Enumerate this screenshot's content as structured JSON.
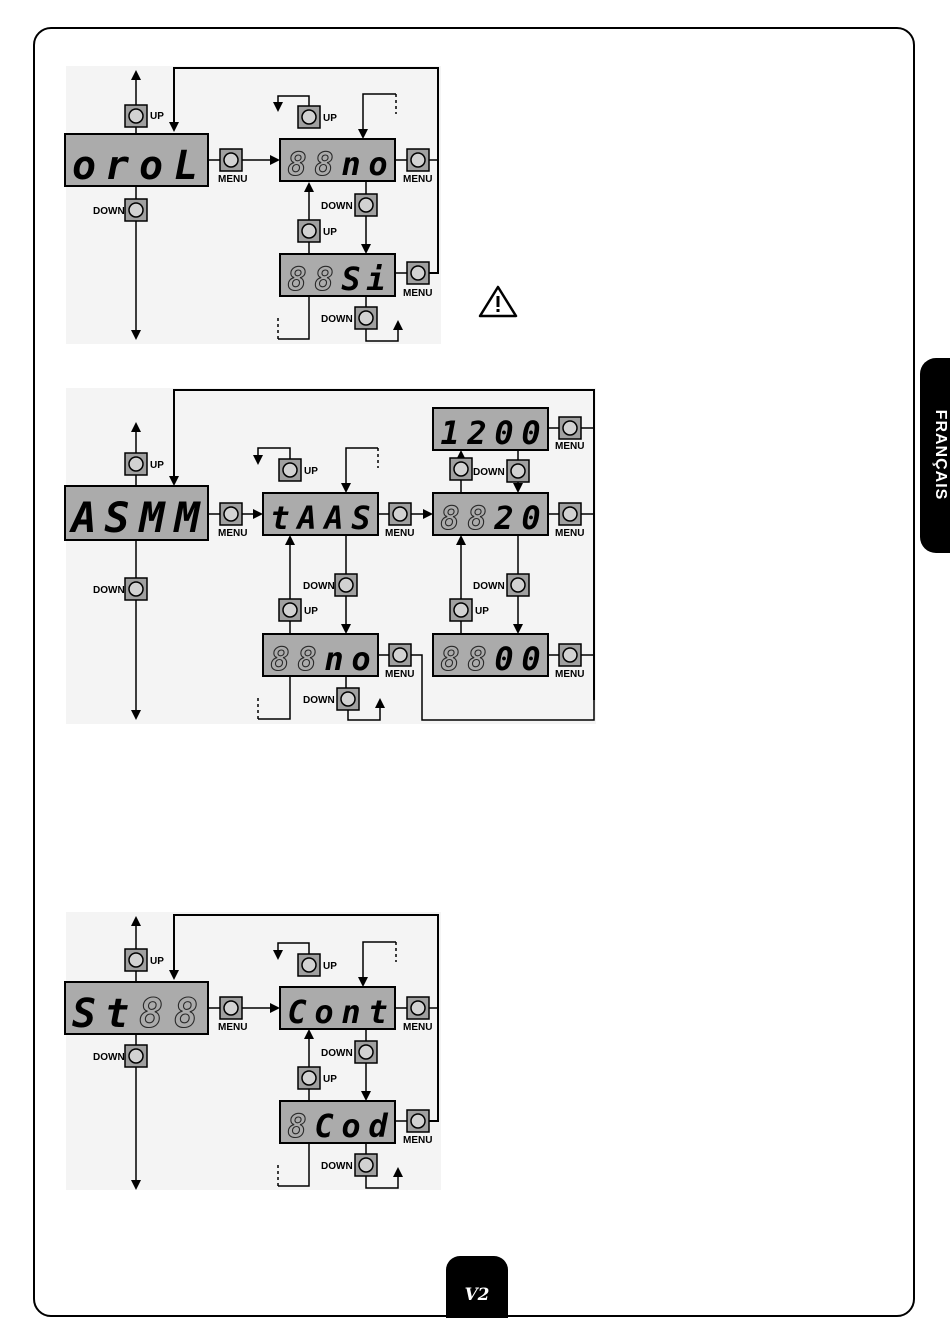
{
  "side_tab": {
    "label": "FRANÇAIS"
  },
  "footer": {
    "logo": "V2"
  },
  "buttons": {
    "up": "UP",
    "down": "DOWN",
    "menu": "MENU"
  },
  "section1": {
    "main_display": [
      "o",
      "r",
      "o",
      "L"
    ],
    "option_displays": [
      [
        "8",
        "8",
        "n",
        "o"
      ],
      [
        "8",
        "8",
        "S",
        "i"
      ]
    ],
    "warning_icon": "warning-triangle-icon"
  },
  "section2": {
    "main_display": [
      "A",
      "S",
      "M",
      "M"
    ],
    "option_displays": [
      [
        "t",
        "A",
        "A",
        "S"
      ],
      [
        "8",
        "8",
        "n",
        "o"
      ]
    ],
    "value_displays": [
      [
        "1",
        "2",
        "0",
        "0"
      ],
      [
        "8",
        "8",
        "2",
        "0"
      ],
      [
        "8",
        "8",
        "0",
        "0"
      ]
    ]
  },
  "section3": {
    "main_display": [
      "S",
      "t",
      "8",
      "8"
    ],
    "option_displays": [
      [
        "C",
        "o",
        "n",
        "t"
      ],
      [
        "8",
        "C",
        "o",
        "d"
      ]
    ]
  }
}
